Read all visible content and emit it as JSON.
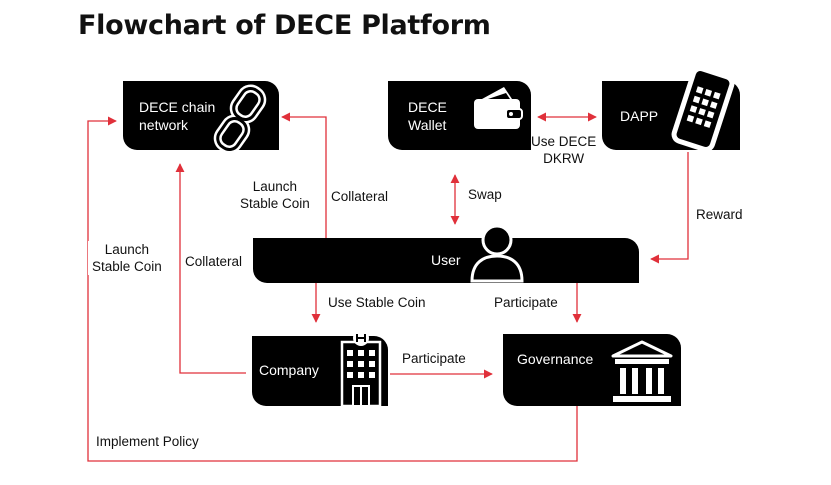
{
  "title": "Flowchart of DECE Platform",
  "colors": {
    "arrow": "#e0303a",
    "node": "#000000"
  },
  "nodes": {
    "chain": {
      "label_line1": "DECE chain",
      "label_line2": "network",
      "icon": "chain-link-icon"
    },
    "wallet": {
      "label_line1": "DECE",
      "label_line2": "Wallet",
      "icon": "wallet-icon"
    },
    "dapp": {
      "label": "DAPP",
      "icon": "smartphone-icon"
    },
    "user": {
      "label": "User",
      "icon": "user-icon"
    },
    "company": {
      "label": "Company",
      "icon": "hospital-building-icon"
    },
    "governance": {
      "label": "Governance",
      "icon": "bank-columns-icon"
    }
  },
  "edges": {
    "launch_stable_coin_top": {
      "line1": "Launch",
      "line2": "Stable Coin"
    },
    "collateral_top": "Collateral",
    "use_dece_dkrw": {
      "line1": "Use DECE",
      "line2": "DKRW"
    },
    "swap": "Swap",
    "reward": "Reward",
    "launch_stable_coin_left": {
      "line1": "Launch",
      "line2": "Stable Coin"
    },
    "collateral_left": "Collateral",
    "use_stable_coin": "Use Stable Coin",
    "participate_user": "Participate",
    "participate_company": "Participate",
    "implement_policy": "Implement Policy"
  }
}
